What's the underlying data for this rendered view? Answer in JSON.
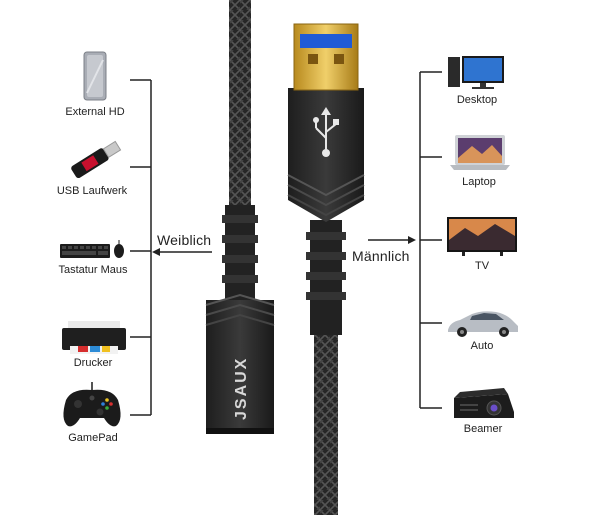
{
  "left": {
    "title": "Weiblich",
    "devices": [
      {
        "label": "External HD",
        "icon": "external-hd-icon"
      },
      {
        "label": "USB Laufwerk",
        "icon": "usb-stick-icon"
      },
      {
        "label": "Tastatur Maus",
        "icon": "keyboard-mouse-icon"
      },
      {
        "label": "Drucker",
        "icon": "printer-icon"
      },
      {
        "label": "GamePad",
        "icon": "gamepad-icon"
      }
    ]
  },
  "right": {
    "title": "Männlich",
    "devices": [
      {
        "label": "Desktop",
        "icon": "desktop-icon"
      },
      {
        "label": "Laptop",
        "icon": "laptop-icon"
      },
      {
        "label": "TV",
        "icon": "tv-icon"
      },
      {
        "label": "Auto",
        "icon": "car-icon"
      },
      {
        "label": "Beamer",
        "icon": "projector-icon"
      }
    ]
  },
  "cable": {
    "brand": "JSAUX",
    "plug_gold": "#d4a93a",
    "insert_blue": "#1f5bd6",
    "housing": "#2a2a2a",
    "braid": "#3a3a3a"
  }
}
